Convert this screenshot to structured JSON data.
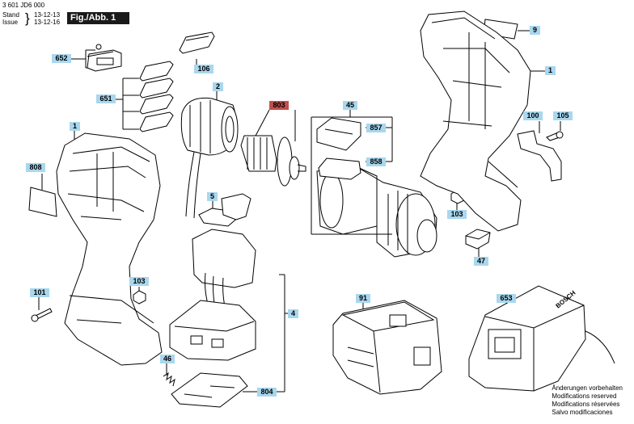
{
  "header": {
    "part_number": "3 601 JD6 000",
    "stand_label": "Stand",
    "issue_label": "Issue",
    "stand_date": "13-12-13",
    "issue_date": "13-12-16",
    "figure": "Fig./Abb. 1"
  },
  "labels": {
    "l652": "652",
    "l106": "106",
    "l2": "2",
    "l651": "651",
    "l1a": "1",
    "l808": "808",
    "l803": "803",
    "l45": "45",
    "l857": "857",
    "l858": "858",
    "l9": "9",
    "l1b": "1",
    "l100": "100",
    "l105": "105",
    "l5": "5",
    "l103a": "103",
    "l103b": "103",
    "l47": "47",
    "l101": "101",
    "l4": "4",
    "l46": "46",
    "l804": "804",
    "l91": "91",
    "l653": "653"
  },
  "notes": [
    "Änderungen vorbehalten",
    "Modifications reserved",
    "Modifications réservées",
    "Salvo modificaciones"
  ],
  "colors": {
    "label_bg": "#a9d7ee",
    "label_highlight": "#c0504d"
  }
}
